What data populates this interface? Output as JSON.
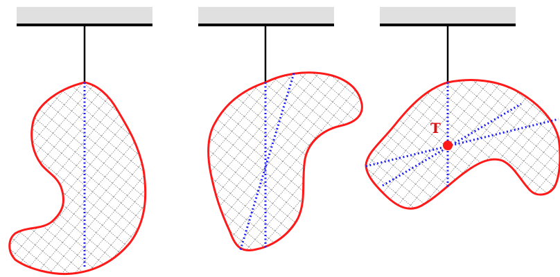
{
  "figure": {
    "panels": [
      {
        "id": "suspension-1"
      },
      {
        "id": "suspension-2"
      },
      {
        "id": "suspension-3",
        "center_of_gravity_label": "T"
      }
    ]
  },
  "colors": {
    "outline": "#ff1a1a",
    "plumb_line": "#1a1aff",
    "string": "#000000",
    "ceiling": "#e0e0e0",
    "hatch": "#555555"
  }
}
